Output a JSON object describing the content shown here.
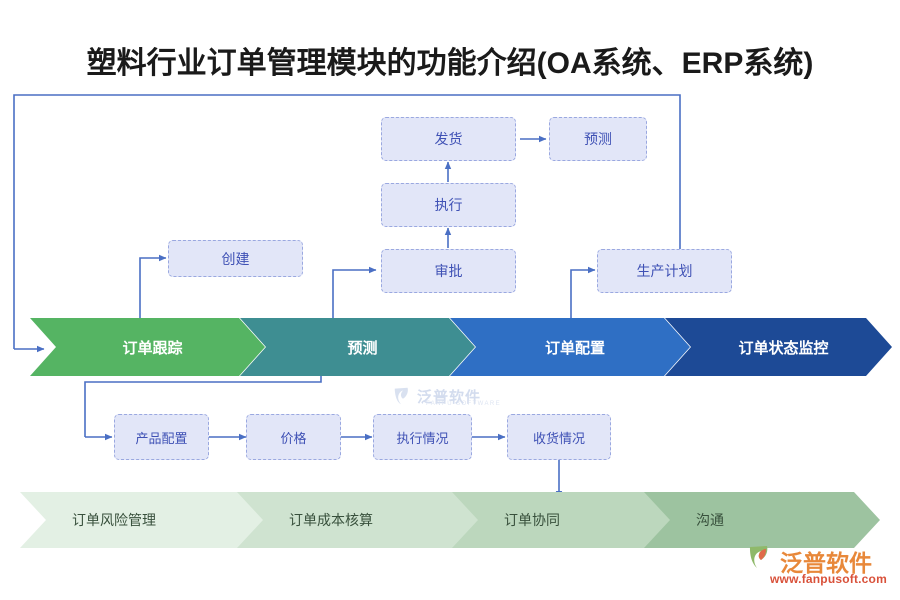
{
  "page": {
    "title": "塑料行业订单管理模块的功能介绍(OA系统、ERP系统)"
  },
  "watermark": {
    "brand": "泛普软件",
    "sub": "FANPU SOFTWARE"
  },
  "logo": {
    "brand": "泛普软件",
    "url": "www.fanpusoft.com"
  },
  "main_flow": {
    "label": "main-process-chevrons",
    "steps": [
      {
        "label": "订单跟踪",
        "color": "#55b463",
        "text_color": "#ffffff"
      },
      {
        "label": "预测",
        "color": "#3e8e92",
        "text_color": "#ffffff"
      },
      {
        "label": "订单配置",
        "color": "#2f6fc4",
        "text_color": "#ffffff"
      },
      {
        "label": "订单状态监控",
        "color": "#1d4a96",
        "text_color": "#ffffff"
      }
    ]
  },
  "bottom_flow": {
    "label": "support-process-chevrons",
    "steps": [
      {
        "label": "订单风险管理",
        "color": "#e3f0e4",
        "text_color": "#38503c"
      },
      {
        "label": "订单成本核算",
        "color": "#cfe3d0",
        "text_color": "#38503c"
      },
      {
        "label": "订单协同",
        "color": "#bcd7bd",
        "text_color": "#38503c"
      },
      {
        "label": "沟通",
        "color": "#9dc3a0",
        "text_color": "#38503c"
      }
    ]
  },
  "nodes": {
    "create": {
      "label": "创建"
    },
    "ship": {
      "label": "发货"
    },
    "execute": {
      "label": "执行"
    },
    "approve": {
      "label": "审批"
    },
    "forecast": {
      "label": "预测"
    },
    "prod_plan": {
      "label": "生产计划"
    },
    "product_conf": {
      "label": "产品配置"
    },
    "price": {
      "label": "价格"
    },
    "exec_status": {
      "label": "执行情况"
    },
    "receive_status": {
      "label": "收货情况"
    }
  },
  "colors": {
    "connector": "#4a6fc4",
    "node_fill": "#e2e6f8",
    "node_border": "#9aa8e0",
    "node_text": "#3f51b5",
    "title_text": "#1a1a1a"
  }
}
